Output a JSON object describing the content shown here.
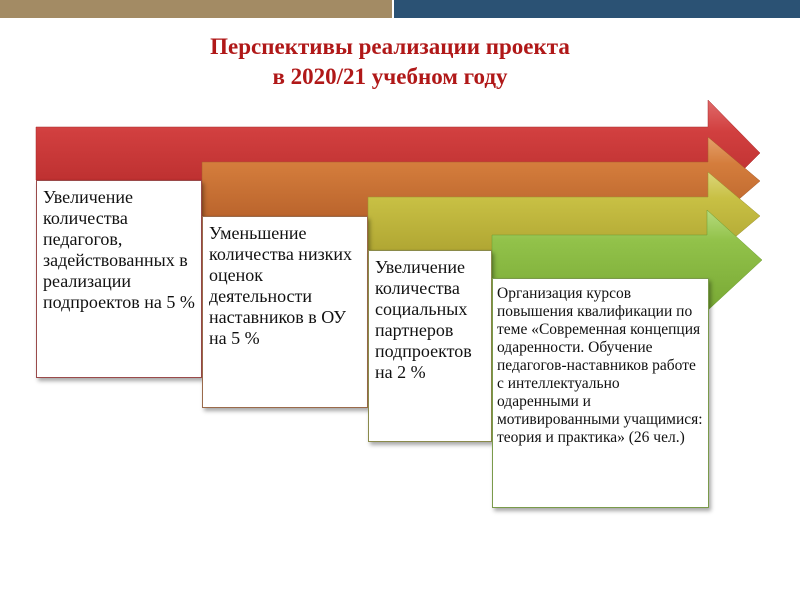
{
  "header": {
    "title_line1": "Перспективы реализации проекта",
    "title_line2": "в 2020/21 учебном году",
    "title_color": "#b01818",
    "bar_left_color": "#a38b64",
    "bar_right_color": "#2b5274"
  },
  "steps": [
    {
      "arrow_color": "#d13f3f",
      "text": "Увеличение количества педагогов, задействованных в реализации подпроектов на 5 %"
    },
    {
      "arrow_color": "#d47d3c",
      "text": "Уменьшение количества низких оценок деятельности наставников в ОУ на 5 %"
    },
    {
      "arrow_color": "#c8c044",
      "text": "Увеличение количества социальных партнеров подпроектов на 2 %"
    },
    {
      "arrow_color": "#92c24a",
      "text": "Организация курсов повышения квалификации по теме «Современная концепция одаренности. Обучение педагогов-наставников работе с интеллектуально одаренными и мотивированными учащимися: теория и практика»  (26 чел.)"
    }
  ]
}
